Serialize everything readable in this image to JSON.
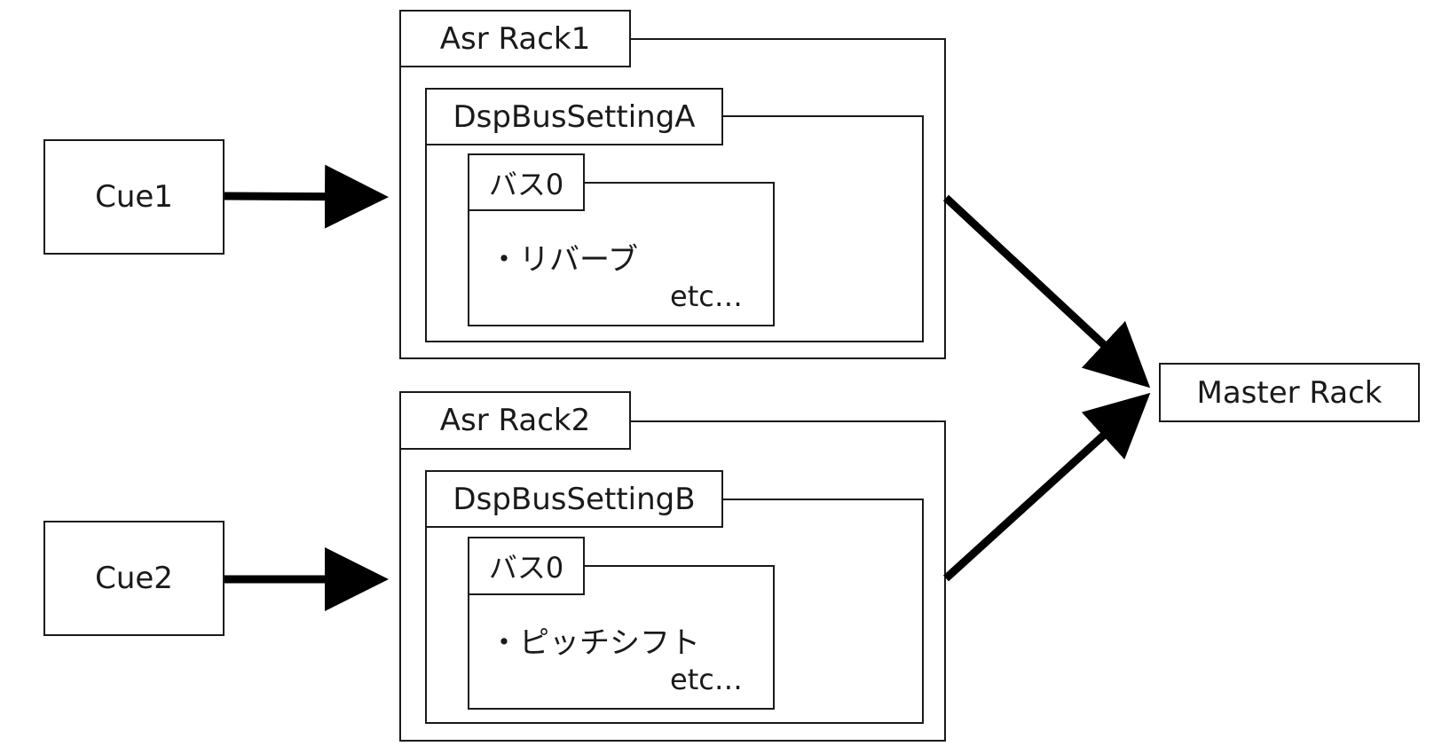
{
  "cues": [
    {
      "label": "Cue1"
    },
    {
      "label": "Cue2"
    }
  ],
  "racks": [
    {
      "title": "Asr Rack1",
      "setting": "DspBusSettingA",
      "bus": "バス0",
      "effect": "・リバーブ",
      "etc": "etc…"
    },
    {
      "title": "Asr Rack2",
      "setting": "DspBusSettingB",
      "bus": "バス0",
      "effect": "・ピッチシフト",
      "etc": "etc…"
    }
  ],
  "master": {
    "label": "Master Rack"
  },
  "colors": {
    "stroke": "#1a1a1a",
    "arrow": "#000000"
  }
}
